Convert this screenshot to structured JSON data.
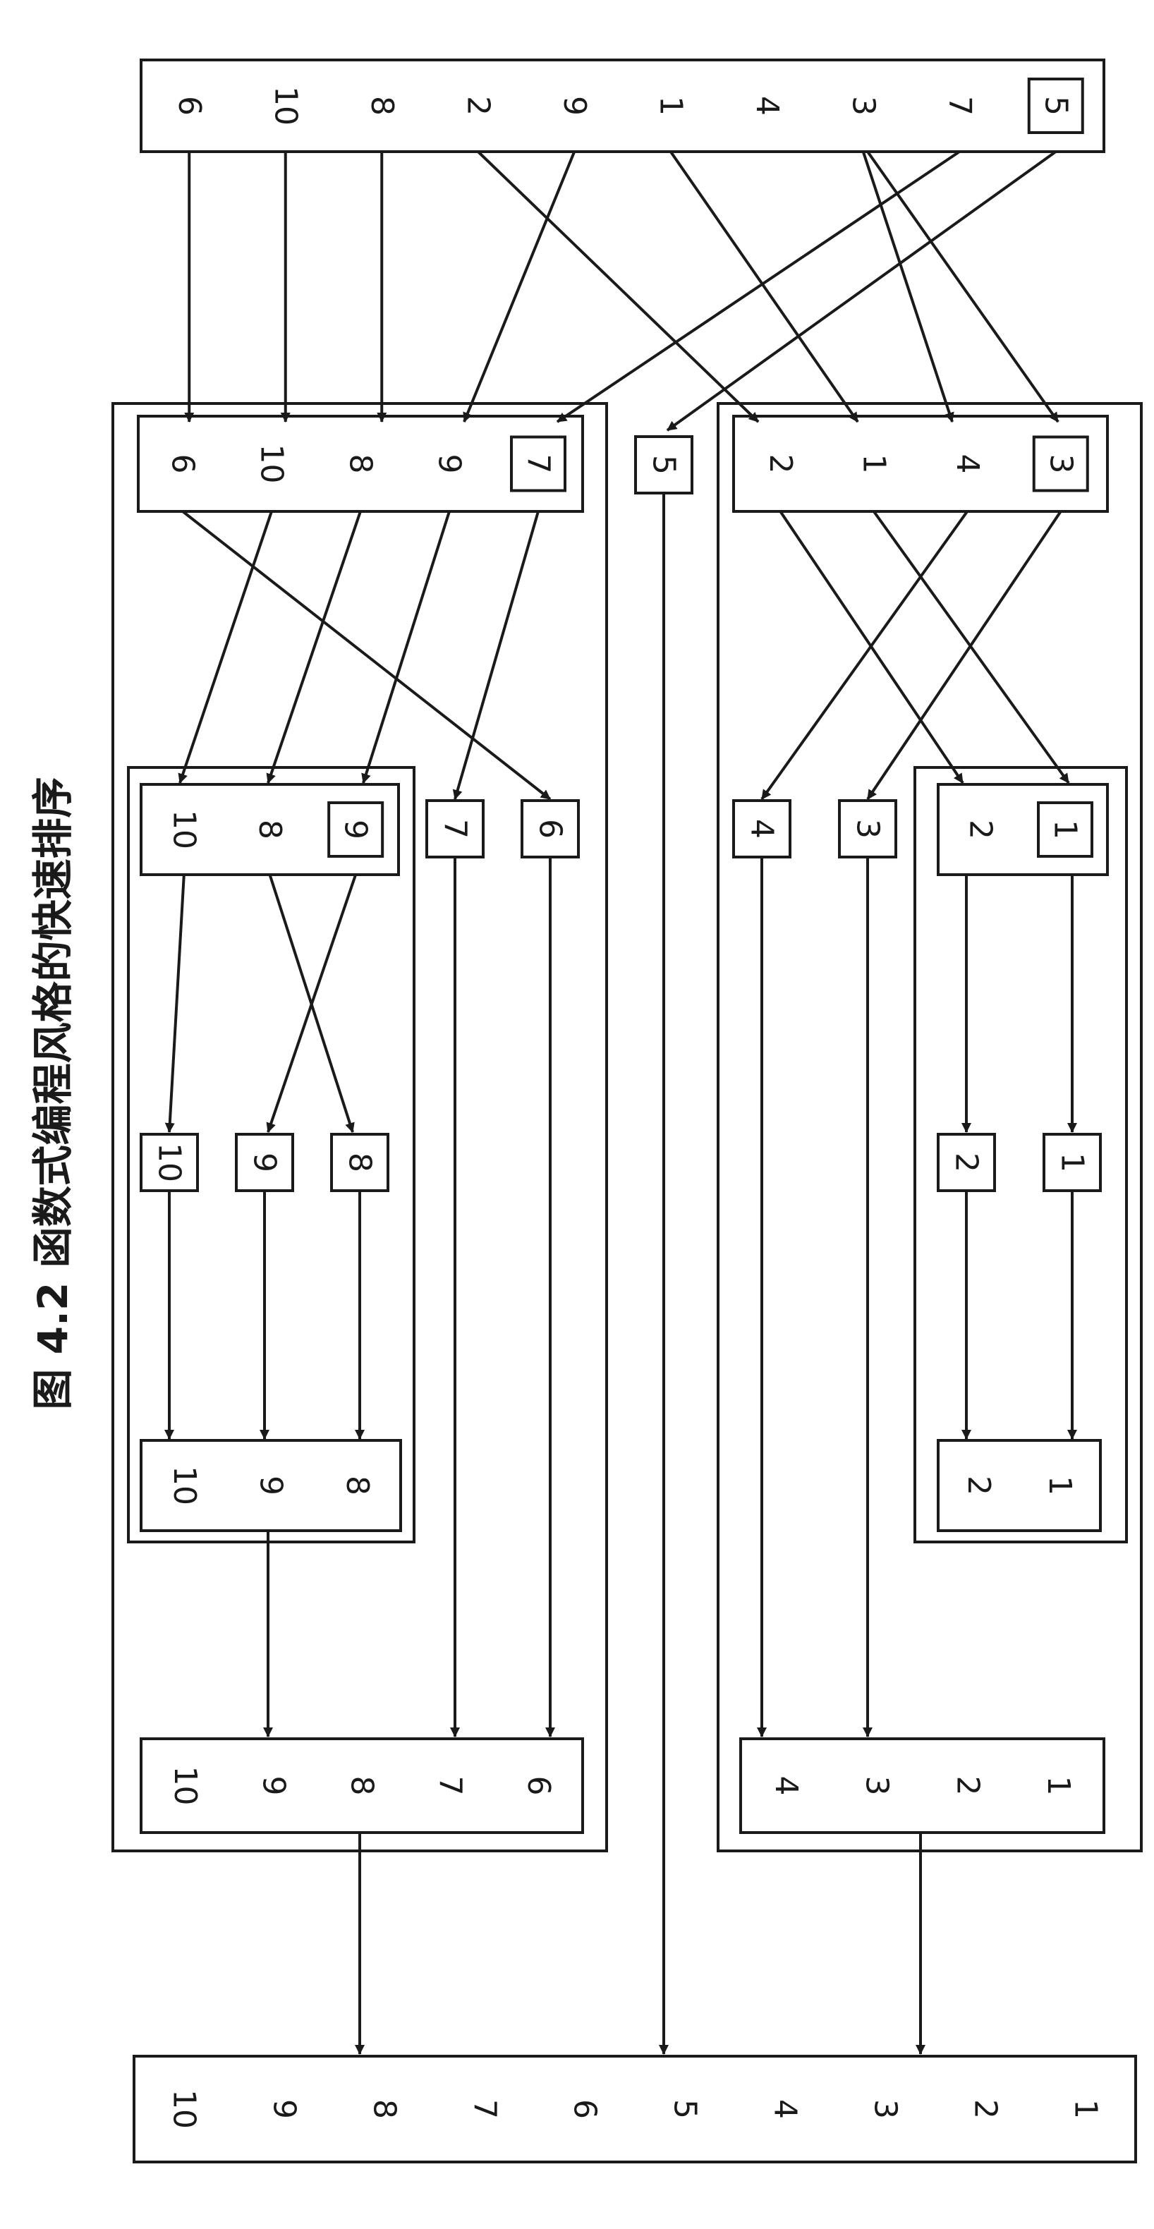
{
  "figure": {
    "caption": "图 4.2  函数式编程风格的快速排序",
    "colors": {
      "stroke": "#1a1a1a",
      "background": "#ffffff"
    }
  },
  "stages": {
    "input": {
      "values": [
        "5",
        "7",
        "3",
        "4",
        "1",
        "9",
        "2",
        "8",
        "10",
        "6"
      ],
      "pivot": "5"
    },
    "left_partition": {
      "values": [
        "3",
        "4",
        "1",
        "2"
      ],
      "pivot": "3"
    },
    "right_partition": {
      "values": [
        "7",
        "9",
        "8",
        "10",
        "6"
      ],
      "pivot": "7"
    },
    "pivot_5": "5",
    "left_sub": {
      "values": [
        "1",
        "2"
      ],
      "pivot": "1"
    },
    "left_3": "3",
    "left_4": "4",
    "right_6": "6",
    "right_7": "7",
    "right_sub": {
      "values": [
        "9",
        "8",
        "10"
      ],
      "pivot": "9"
    },
    "left_sub_singles": [
      "1",
      "2"
    ],
    "right_sub_singles": [
      "8",
      "9",
      "10"
    ],
    "left_sub_sorted": [
      "1",
      "2"
    ],
    "right_sub_sorted": [
      "8",
      "9",
      "10"
    ],
    "left_sorted": [
      "1",
      "2",
      "3",
      "4"
    ],
    "right_sorted": [
      "6",
      "7",
      "8",
      "9",
      "10"
    ],
    "output": [
      "1",
      "2",
      "3",
      "4",
      "5",
      "6",
      "7",
      "8",
      "9",
      "10"
    ]
  }
}
